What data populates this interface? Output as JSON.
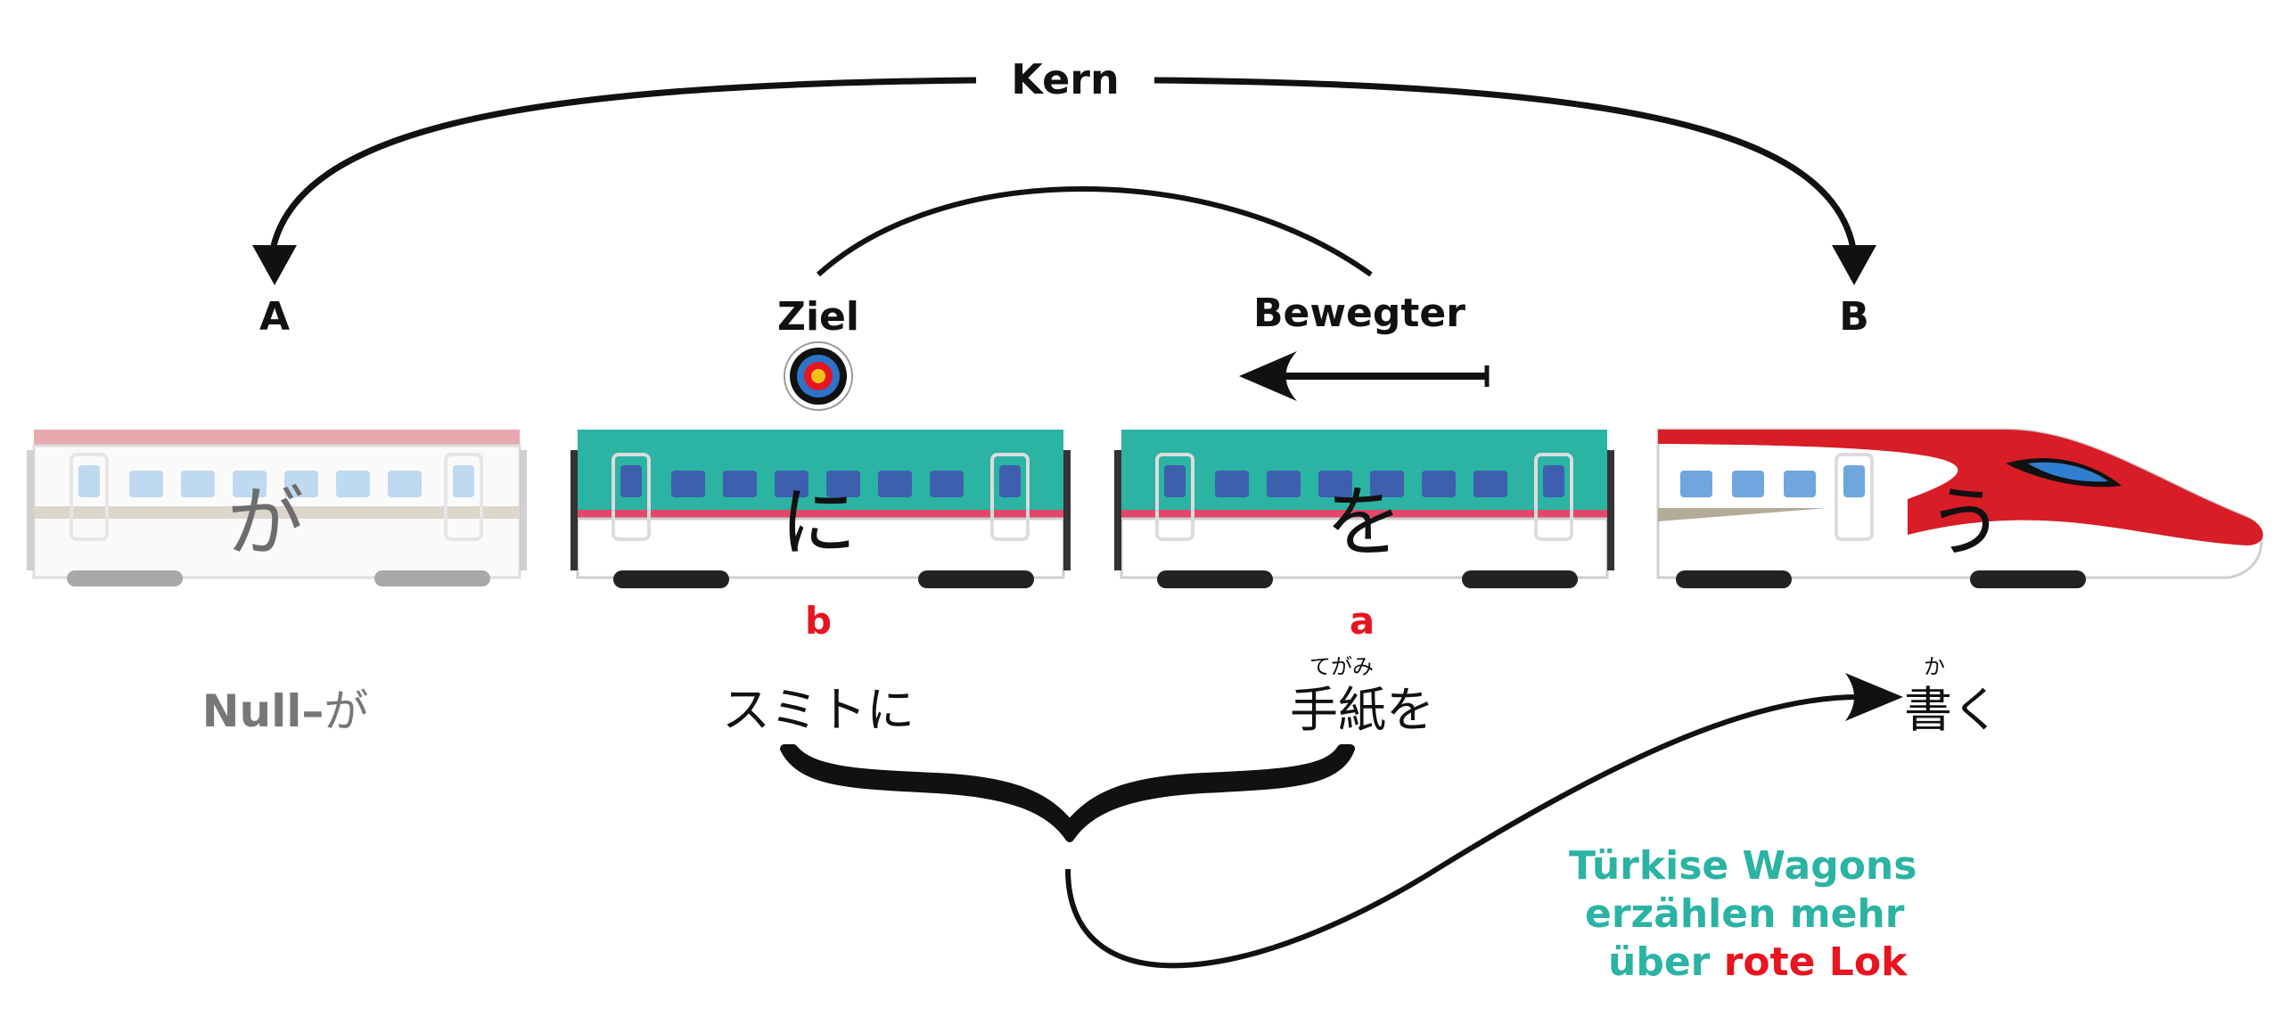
{
  "labels": {
    "kern": "Kern",
    "a": "A",
    "ziel": "Ziel",
    "bewegter": "Bewegter",
    "b": "B",
    "marker_b": "b",
    "marker_a": "a"
  },
  "wagons": [
    {
      "kana": "が",
      "role": "faded-car"
    },
    {
      "kana": "に",
      "role": "turquoise-car"
    },
    {
      "kana": "を",
      "role": "turquoise-car"
    },
    {
      "kana": "う",
      "role": "red-locomotive"
    }
  ],
  "phrases": {
    "null_prefix": "Null–",
    "null_kana": "が",
    "sumito": "スミトに",
    "tegami_furigana": "てがみ",
    "tegami": "手紙を",
    "kaku_furigana": "か",
    "kaku": "書く"
  },
  "note": {
    "line1": "Türkise Wagons",
    "line2": "erzählen mehr",
    "line3_a": "über ",
    "line3_b": "rote Lok"
  },
  "colors": {
    "turquoise": "#2bb3a3",
    "red": "#e8141f",
    "faded_pink": "#e39aa0",
    "window_blue": "#3d5fae",
    "window_light": "#b5d3ee"
  },
  "icons": [
    "target-icon",
    "arrow-left-icon"
  ]
}
